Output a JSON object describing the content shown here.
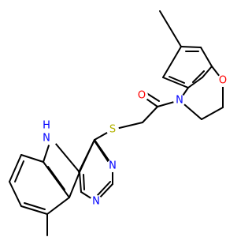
{
  "structure": {
    "atoms": {
      "oxygen_carbonyl": {
        "symbol": "O",
        "color": "#ff0000"
      },
      "nitrogen_amide": {
        "symbol": "N",
        "color": "#0000ff"
      },
      "oxygen_ring": {
        "symbol": "O",
        "color": "#ff0000"
      },
      "sulfur": {
        "symbol": "S",
        "color": "#b2b200"
      },
      "nitrogen_indole": {
        "symbol": "N",
        "color": "#0000ff",
        "hydrogen": "H"
      },
      "nitrogen_pyr_a": {
        "symbol": "N",
        "color": "#0000ff"
      },
      "nitrogen_pyr_b": {
        "symbol": "N",
        "color": "#0000ff"
      }
    },
    "bond_color": "#000000"
  }
}
